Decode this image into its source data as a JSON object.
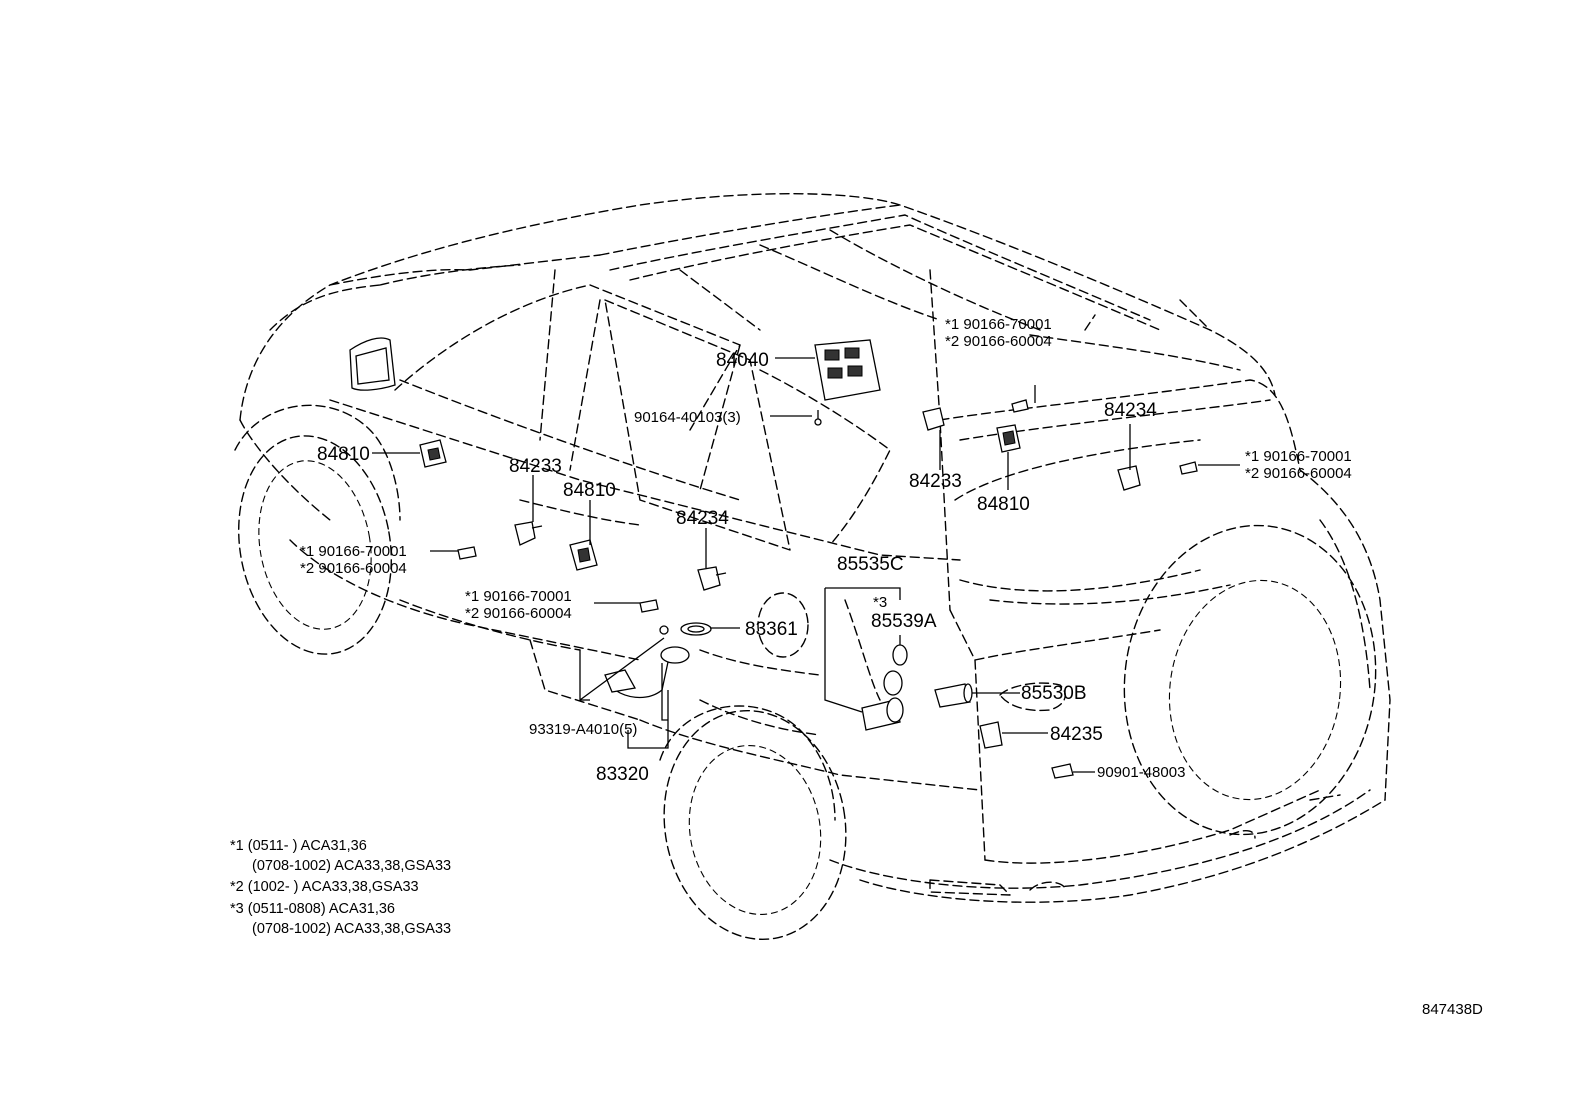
{
  "labels": {
    "p84040": "84040",
    "p90164": "90164-40103(3)",
    "p84810_left": "84810",
    "p84233_left": "84233",
    "p84810_mid": "84810",
    "p84234_mid": "84234",
    "star1_a": "*1 90166-70001",
    "star2_a": "*2 90166-60004",
    "star1_b": "*1 90166-70001",
    "star2_b": "*2 90166-60004",
    "p83361": "83361",
    "p93319": "93319-A4010(5)",
    "p83320": "83320",
    "star1_c": "*1 90166-70001",
    "star2_c": "*2 90166-60004",
    "p84234_right": "84234",
    "star1_d": "*1 90166-70001",
    "star2_d": "*2 90166-60004",
    "p84233_right": "84233",
    "p84810_right": "84810",
    "p85535C": "85535C",
    "star3": "*3",
    "p85539A": "85539A",
    "p85530B": "85530B",
    "p84235": "84235",
    "p90901": "90901-48003"
  },
  "notes": [
    "*1 (0511-      ) ACA31,36",
    "(0708-1002) ACA33,38,GSA33",
    "*2 (1002-      ) ACA33,38,GSA33",
    "*3 (0511-0808) ACA31,36",
    "(0708-1002) ACA33,38,GSA33"
  ],
  "reference": "847438D"
}
